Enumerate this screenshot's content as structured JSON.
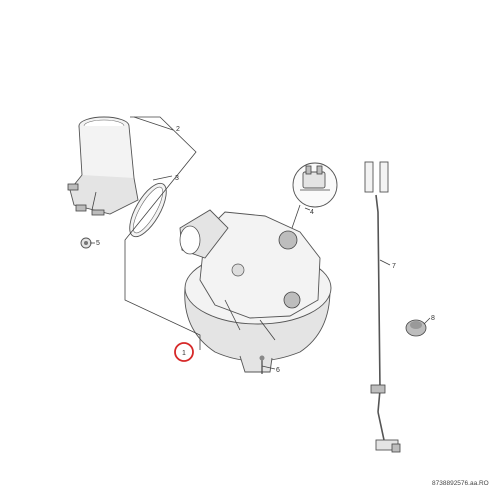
{
  "diagram": {
    "callouts": [
      "1",
      "2",
      "3",
      "4",
      "5",
      "6",
      "7",
      "8"
    ],
    "reference_code": "8738892576.aa.RO",
    "highlight_color": "#d62828",
    "highlighted_callout": "1"
  }
}
